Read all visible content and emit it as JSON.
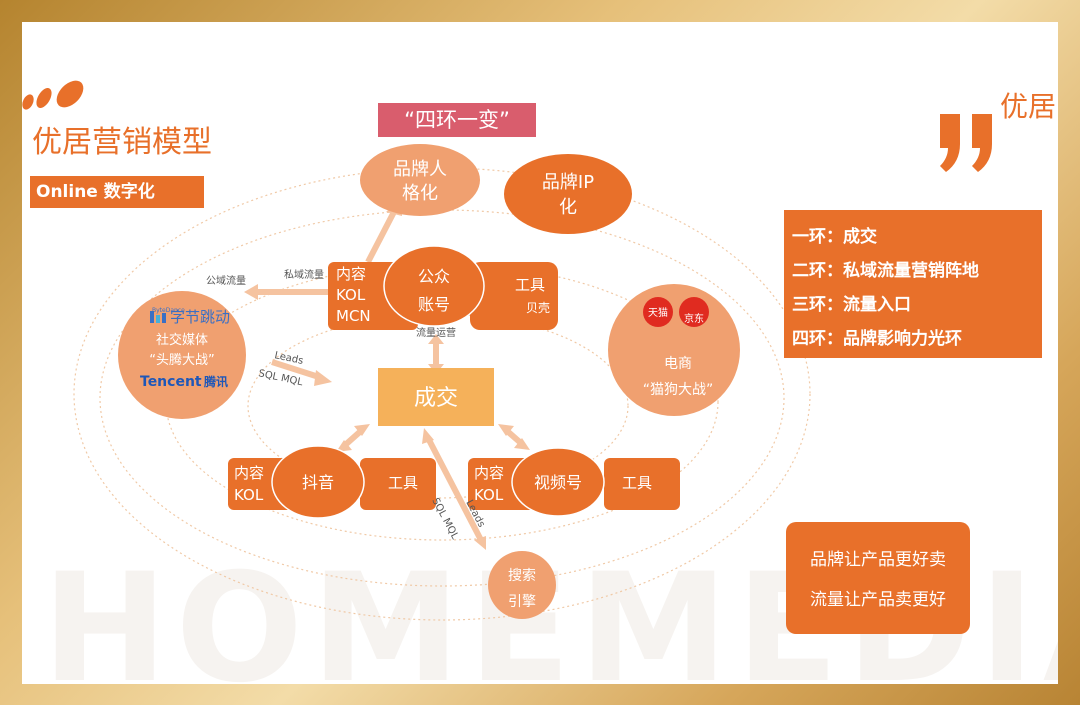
{
  "header": {
    "title": "优居营销模型",
    "badge": "Online 数字化",
    "slogan": "“四环一变”",
    "brand_top_right": "优居"
  },
  "diagram": {
    "brand_personification": [
      "品牌人",
      "格化"
    ],
    "brand_ip": [
      "品牌IP",
      "化"
    ],
    "deal": "成交",
    "content_kol_mcn": [
      "内容",
      "KOL",
      "MCN"
    ],
    "official_account": [
      "公众",
      "账号"
    ],
    "tool_beike": [
      "工具",
      "贝壳"
    ],
    "traffic_ops": "流量运营",
    "public_traffic": "公域流量",
    "private_traffic": "私域流量",
    "leads": "Leads",
    "sql_mql": "SQL MQL",
    "social_media": {
      "bytedance_small": "ByteDance",
      "bytedance": "字节跳动",
      "lines": [
        "社交媒体",
        "“头腾大战”"
      ],
      "tencent_en": "Tencent",
      "tencent_cn": "腾讯"
    },
    "ecommerce": {
      "tmall": "天猫",
      "jd": "京东",
      "lines": [
        "电商",
        "“猫狗大战”"
      ]
    },
    "douyin_group": {
      "content": [
        "内容",
        "KOL"
      ],
      "name": "抖音",
      "tool": "工具"
    },
    "channels_group": {
      "content": [
        "内容",
        "KOL"
      ],
      "name": "视频号",
      "tool": "工具"
    },
    "search": [
      "搜索",
      "引擎"
    ],
    "sql_mql_2": "SQL MQL",
    "leads_2": "Leads"
  },
  "legend": [
    "一环：成交",
    "二环：私域流量营销阵地",
    "三环：流量入口",
    "四环：品牌影响力光环"
  ],
  "taglines": [
    "品牌让产品更好卖",
    "流量让产品卖更好"
  ],
  "watermark": "HOMEMEDIA",
  "colors": {
    "orange": "#e8702a",
    "salmon": "#f0a070",
    "pink": "#d95d6d",
    "gold_frame": "#d6a65a",
    "deal_box": "#f5b15a"
  }
}
